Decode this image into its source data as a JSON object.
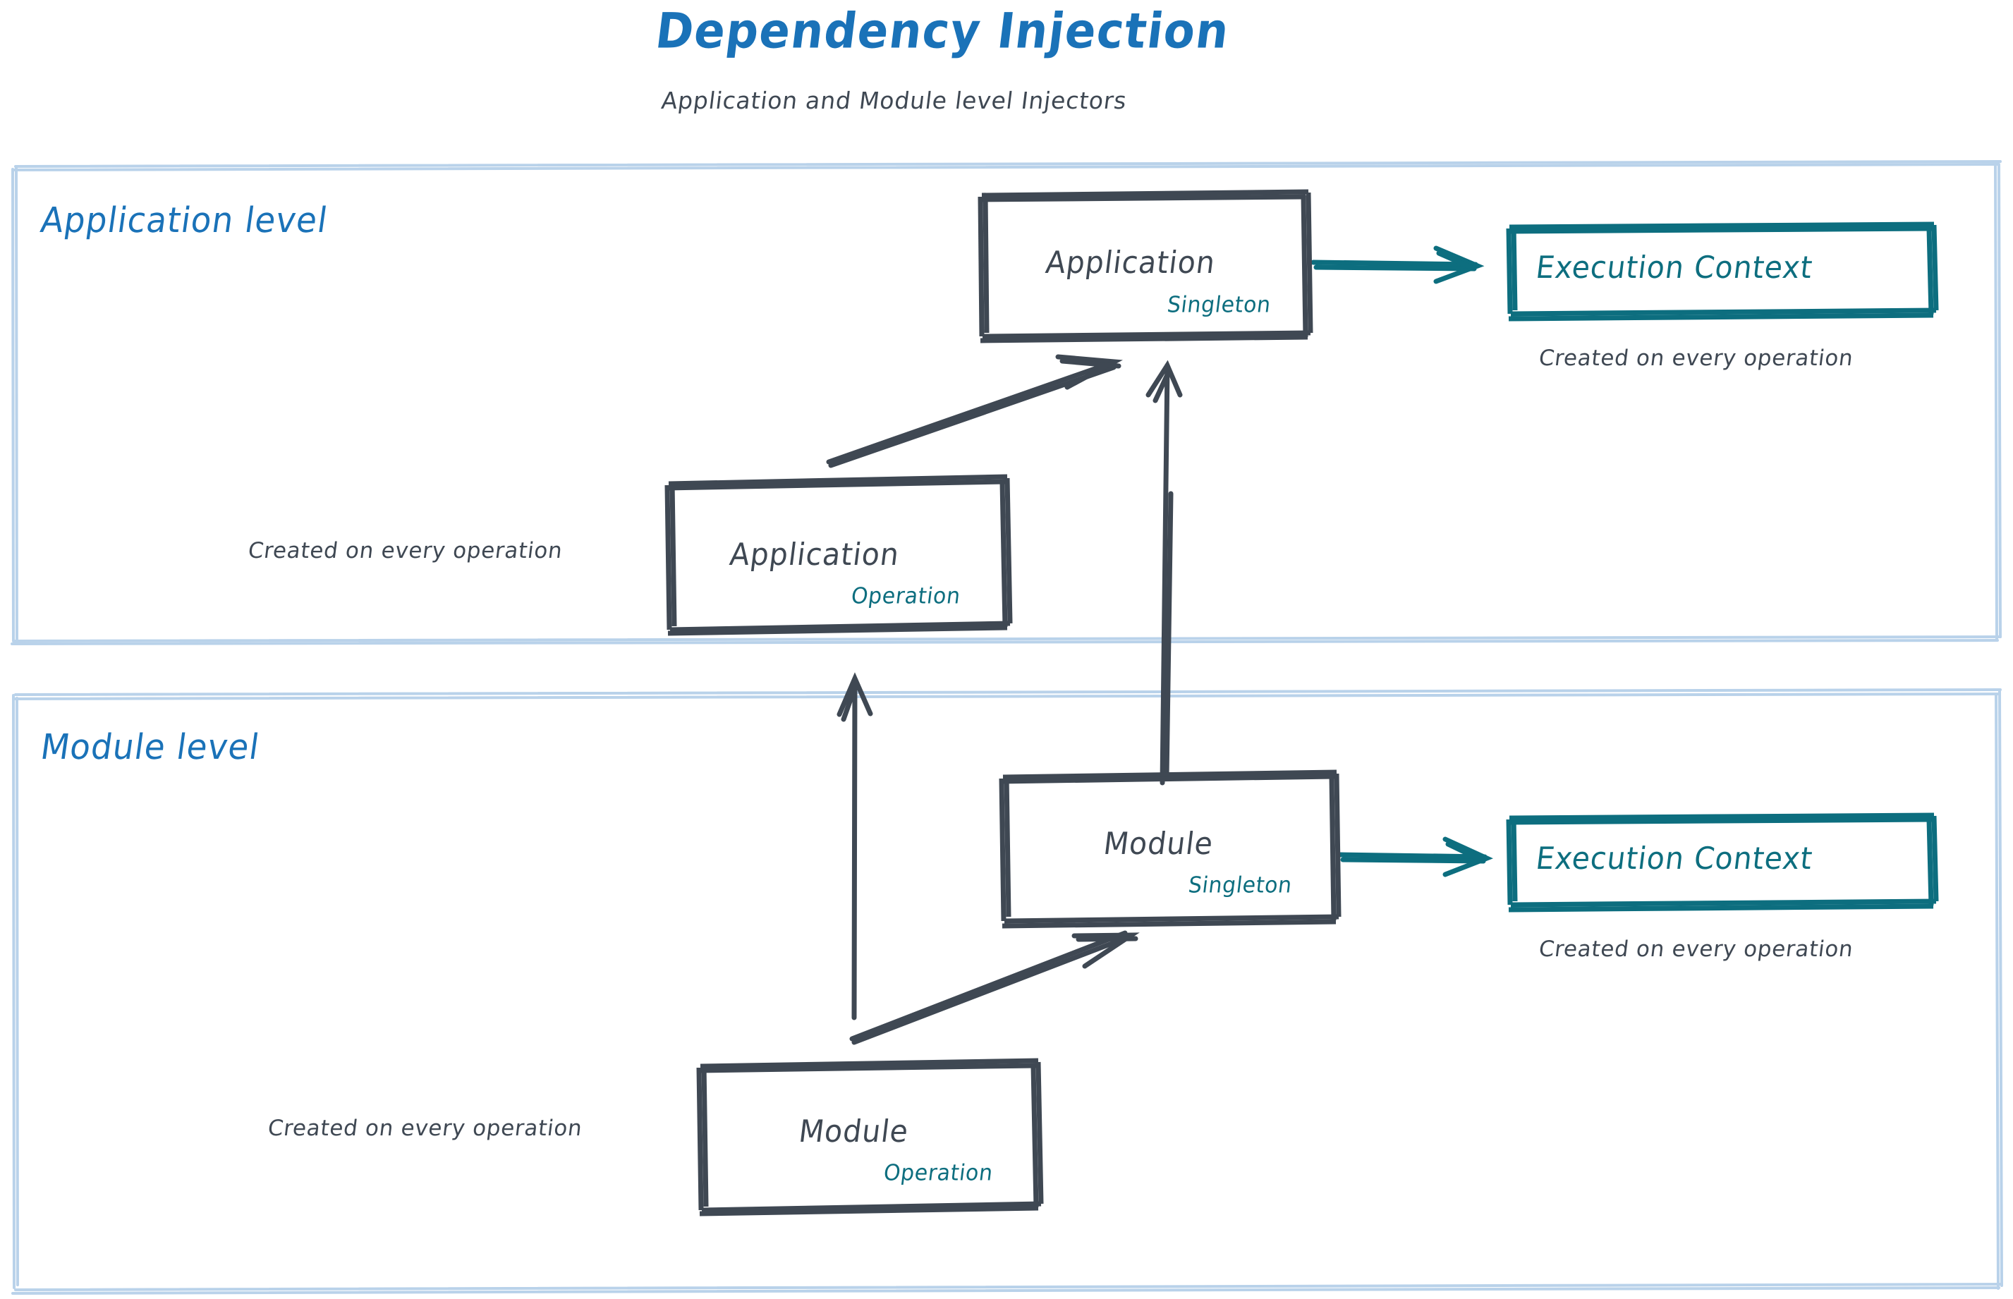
{
  "header": {
    "title": "Dependency Injection",
    "subtitle": "Application and Module level Injectors",
    "title_color": "#1a72b8",
    "subtitle_color": "#3f4853"
  },
  "colors": {
    "panel_border": "#b9d2ea",
    "node_stroke": "#3f4853",
    "accent_teal": "#0d6e7f",
    "heading_blue": "#1a72b8"
  },
  "panels": [
    {
      "id": "application-level",
      "label": "Application level"
    },
    {
      "id": "module-level",
      "label": "Module level"
    }
  ],
  "nodes": {
    "application_singleton": {
      "title": "Application",
      "scope": "Singleton"
    },
    "application_operation": {
      "title": "Application",
      "scope": "Operation"
    },
    "module_singleton": {
      "title": "Module",
      "scope": "Singleton"
    },
    "module_operation": {
      "title": "Module",
      "scope": "Operation"
    },
    "execution_context_app": {
      "title": "Execution Context"
    },
    "execution_context_mod": {
      "title": "Execution Context"
    }
  },
  "notes": {
    "app_context_note": "Created on every operation",
    "app_operation_note": "Created on every operation",
    "mod_context_note": "Created on every operation",
    "mod_operation_note": "Created on every operation"
  }
}
